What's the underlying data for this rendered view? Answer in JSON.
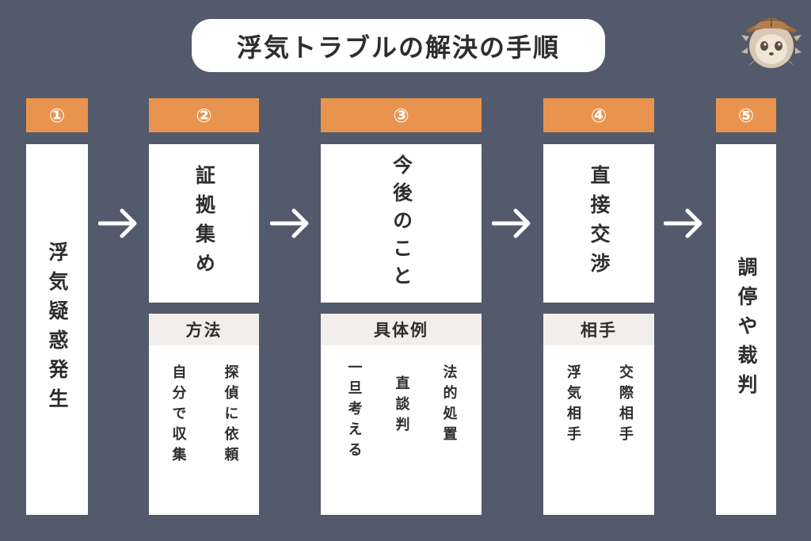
{
  "title": "浮気トラブルの解決の手順",
  "steps": [
    {
      "number": "①",
      "label": "浮気疑惑発生"
    },
    {
      "number": "②",
      "label": "証拠集め"
    },
    {
      "number": "③",
      "label": "今後のこと"
    },
    {
      "number": "④",
      "label": "直接交渉"
    },
    {
      "number": "⑤",
      "label": "調停や裁判"
    }
  ],
  "details": {
    "method": {
      "heading": "方法",
      "items": [
        "探偵に依頼",
        "自分で収集"
      ]
    },
    "examples": {
      "heading": "具体例",
      "items": [
        "法的処置",
        "直談判",
        "一旦考える"
      ]
    },
    "partner": {
      "heading": "相手",
      "items": [
        "交際相手",
        "浮気相手"
      ]
    }
  },
  "colors": {
    "background": "#535a6b",
    "step_header": "#e8944e",
    "panel": "#ffffff",
    "sub_header": "#f2eeeb"
  },
  "icons": [
    "right-arrow-icon",
    "hedgehog-detective-mascot"
  ]
}
